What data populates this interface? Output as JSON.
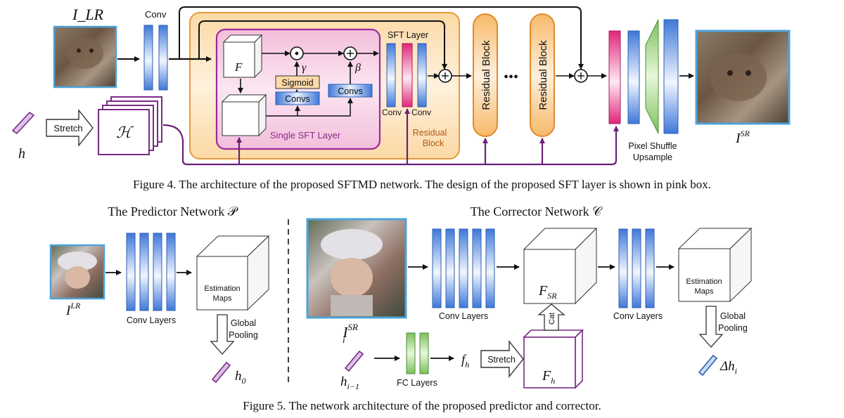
{
  "figure4": {
    "caption": "Figure 4. The architecture of the proposed SFTMD network. The design of the proposed SFT layer is shown in pink box.",
    "input_label": "I_LR",
    "conv_label": "Conv",
    "stretch_label": "Stretch",
    "H_label": "ℋ",
    "h_label": "h",
    "F_label": "F",
    "gamma_label": "γ",
    "beta_label": "β",
    "sigmoid_label": "Sigmoid",
    "convs_label": "Convs",
    "single_sft_label": "Single SFT Layer",
    "sft_layer_label": "SFT Layer",
    "conv_left": "Conv",
    "conv_right": "Conv",
    "residual_block_text": "Residual Block",
    "residual_block_1": "Residual Block",
    "residual_block_2": "Residual Block",
    "dots": "•••",
    "pixel_shuffle_1": "Pixel Shuffle",
    "pixel_shuffle_2": "Upsample",
    "output_label": "I",
    "output_sup": "SR",
    "colors": {
      "orange_box": "#fde5c2",
      "pink_box": "#f6cde6",
      "conv_blue": "#5b8fe0",
      "purple": "#7a2a86",
      "green": "#9bd37a"
    }
  },
  "figure5": {
    "caption": "Figure 5. The network architecture of the proposed predictor and corrector.",
    "predictor_title": "The Predictor Network 𝒫",
    "corrector_title": "The Corrector Network 𝒞",
    "input_label": "I",
    "input_sup": "LR",
    "conv_layers_1": "Conv Layers",
    "estimation_maps_1a": "Estimation",
    "estimation_maps_1b": "Maps",
    "global_pooling_1a": "Global",
    "global_pooling_1b": "Pooling",
    "h0_label": "h",
    "h0_sub": "0",
    "isr_label": "I",
    "isr_sup": "SR",
    "isr_sub": "i",
    "conv_layers_2": "Conv Layers",
    "fsr_label": "F",
    "fsr_sub": "SR",
    "cat_label": "Cat",
    "conv_layers_3": "Conv Layers",
    "estimation_maps_2a": "Estimation",
    "estimation_maps_2b": "Maps",
    "global_pooling_2a": "Global",
    "global_pooling_2b": "Pooling",
    "delta_h_label": "Δh",
    "delta_h_sub": "i",
    "hi1_label": "h",
    "hi1_sub": "i−1",
    "fc_layers": "FC Layers",
    "fh_label": "f",
    "fh_sub": "h",
    "stretch_label": "Stretch",
    "Fh_label": "F",
    "Fh_sub": "h"
  }
}
